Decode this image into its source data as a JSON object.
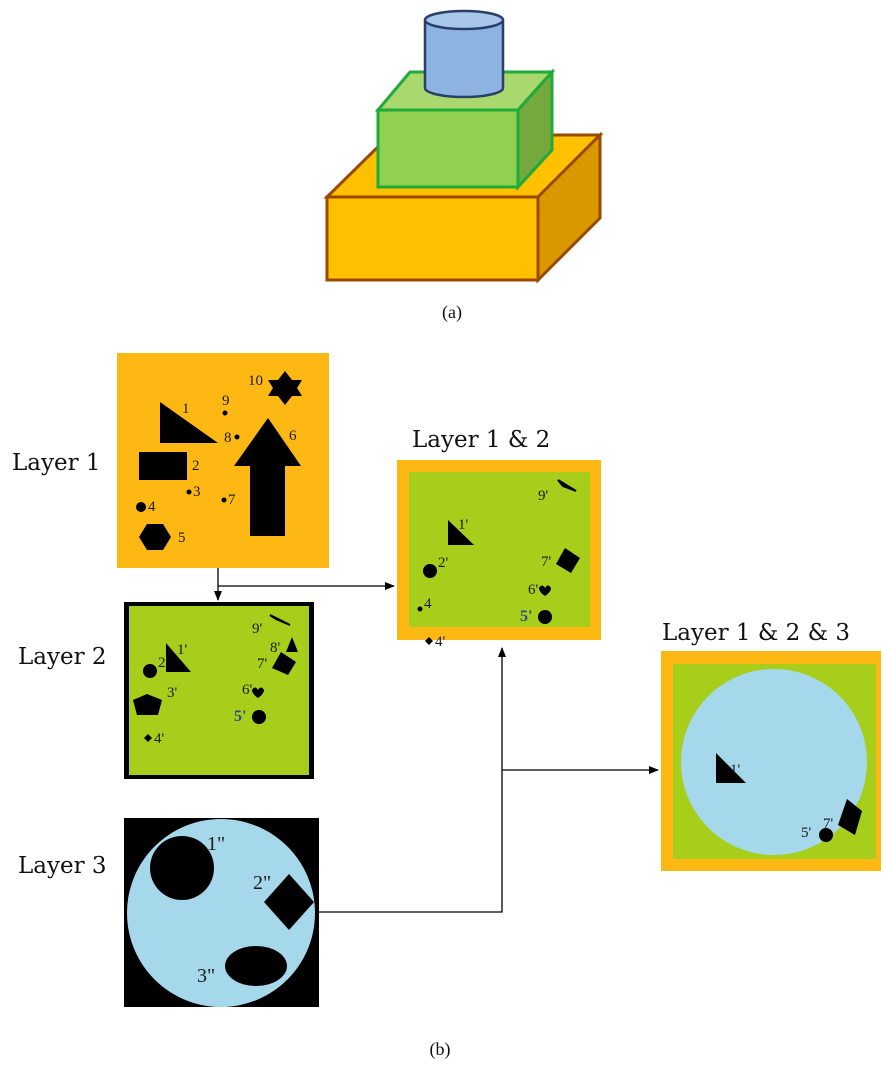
{
  "captions": {
    "a": "(a)",
    "b": "(b)"
  },
  "panels": {
    "layer1": "Layer 1",
    "layer2": "Layer 2",
    "layer3": "Layer 3",
    "layer12": "Layer 1 & 2",
    "layer123": "Layer 1 & 2 & 3"
  },
  "layer1_labels": [
    "1",
    "2",
    "3",
    "4",
    "5",
    "6",
    "7",
    "8",
    "9",
    "10"
  ],
  "layer2_labels": [
    "1'",
    "2'",
    "3'",
    "4'",
    "5'",
    "6'",
    "7'",
    "8'",
    "9'"
  ],
  "layer12_labels": [
    "1'",
    "2'",
    "4",
    "4'",
    "5'",
    "6'",
    "7'",
    "9'"
  ],
  "layer3_labels": [
    "1\"",
    "2\"",
    "3\""
  ],
  "layer123_labels": [
    "1'",
    "5'",
    "7'"
  ],
  "colors": {
    "orange": "#FDB813",
    "green": "#A6CE1B",
    "blue": "#A6D8EC",
    "black": "#000000",
    "cylinder": "#8DB3E2",
    "cube": "#92D050",
    "base": "#FFC000"
  }
}
